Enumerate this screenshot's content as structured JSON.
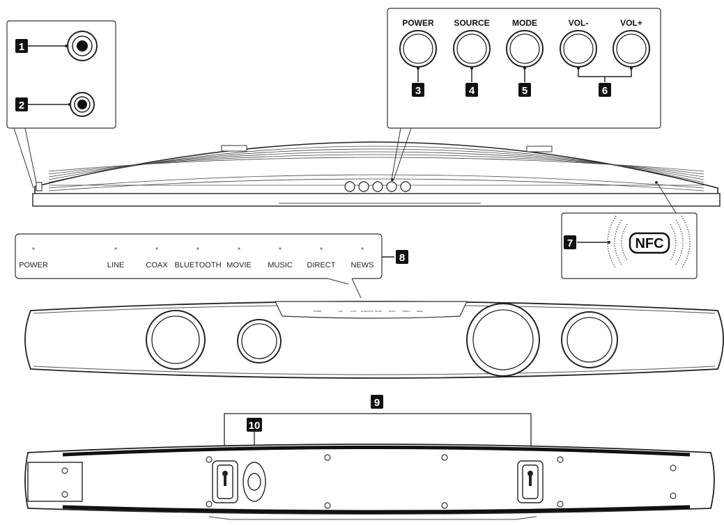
{
  "buttons": [
    "POWER",
    "SOURCE",
    "MODE",
    "VOL-",
    "VOL+"
  ],
  "indicators": [
    "POWER",
    "LINE",
    "COAX",
    "BLUETOOTH",
    "MOVIE",
    "MUSIC",
    "DIRECT",
    "NEWS"
  ],
  "nfc_label": "NFC",
  "callouts": [
    "1",
    "2",
    "3",
    "4",
    "5",
    "6",
    "7",
    "8",
    "9",
    "10"
  ]
}
